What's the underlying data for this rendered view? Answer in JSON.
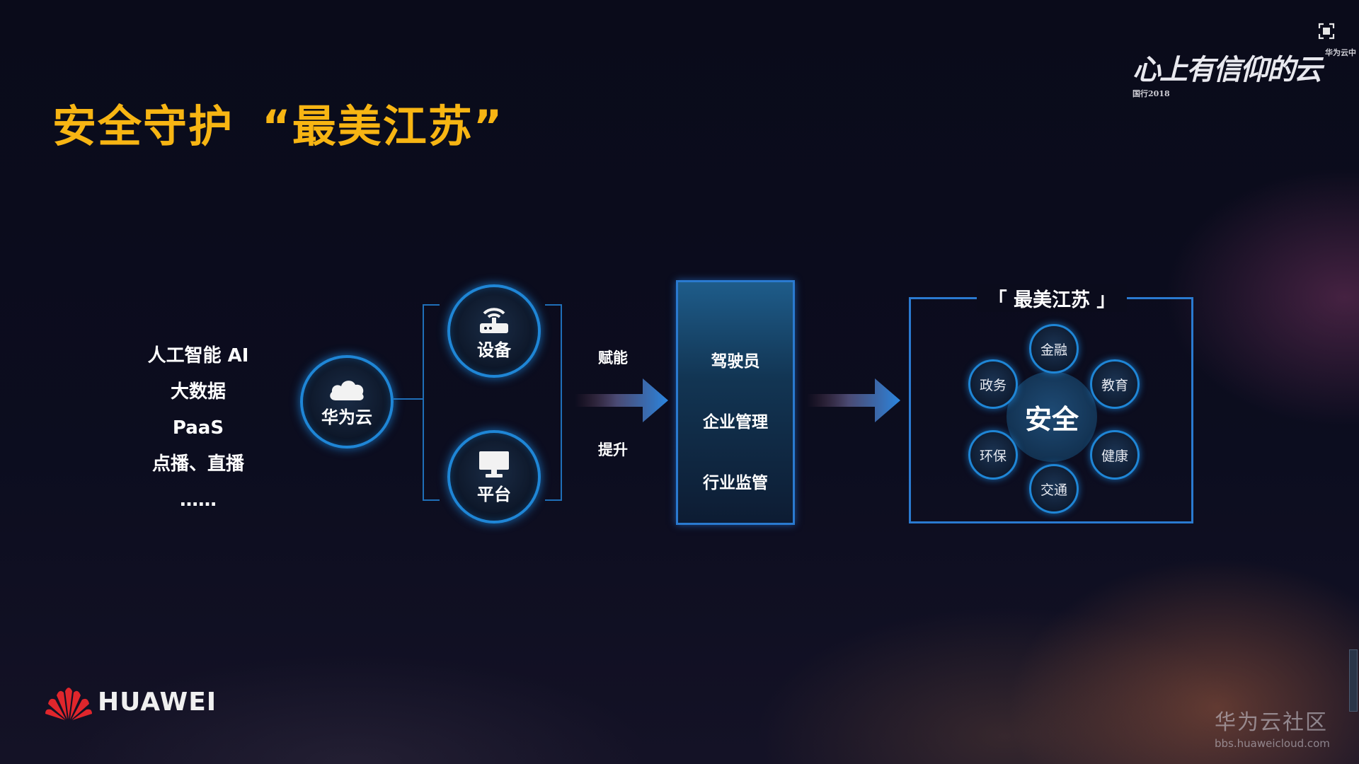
{
  "title": {
    "main": "安全守护",
    "quoted": "“最美江苏”"
  },
  "slogan": {
    "text": "心上有信仰的云",
    "sub": "华为云中国行2018"
  },
  "left_list": [
    "人工智能 AI",
    "大数据",
    "PaaS",
    "点播、直播",
    "……"
  ],
  "cloud_node": {
    "label": "华为云"
  },
  "device_node": {
    "label": "设备"
  },
  "platform_node": {
    "label": "平台"
  },
  "arrow_labels": {
    "top": "赋能",
    "bottom": "提升"
  },
  "center_box": {
    "items": [
      "驾驶员",
      "企业管理",
      "行业监管"
    ]
  },
  "right_box": {
    "title": "「 最美江苏 」",
    "hub": "安全",
    "nodes": {
      "top": "金融",
      "upper_left": "政务",
      "upper_right": "教育",
      "lower_left": "环保",
      "lower_right": "健康",
      "bottom": "交通"
    }
  },
  "brand": {
    "name": "HUAWEI"
  },
  "watermark": {
    "line1": "华为云社区",
    "line2": "bbs.huaweicloud.com"
  },
  "colors": {
    "title": "#f7b513",
    "accent_blue": "#1f86d6",
    "background": "#0b0c1c",
    "logo_red": "#e0262c"
  }
}
